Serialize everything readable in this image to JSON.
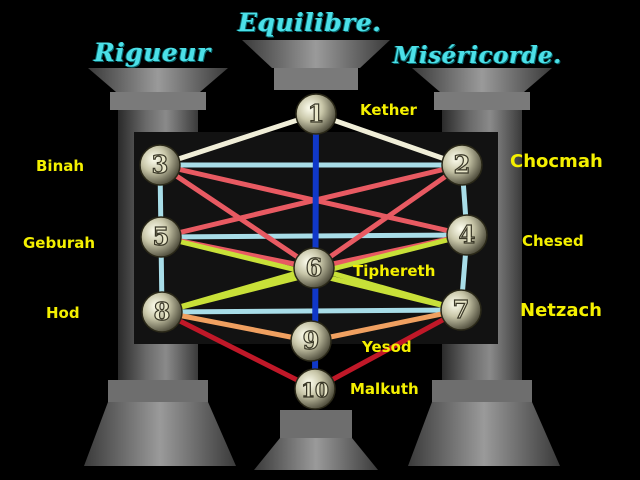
{
  "titles": {
    "left": "Rigueur",
    "middle": "Equilibre.",
    "right": "Miséricorde."
  },
  "sephiroth": [
    {
      "number": "1",
      "name": "Kether"
    },
    {
      "number": "2",
      "name": "Chocmah"
    },
    {
      "number": "3",
      "name": "Binah"
    },
    {
      "number": "4",
      "name": "Chesed"
    },
    {
      "number": "5",
      "name": "Geburah"
    },
    {
      "number": "6",
      "name": "Tiphereth"
    },
    {
      "number": "7",
      "name": "Netzach"
    },
    {
      "number": "8",
      "name": "Hod"
    },
    {
      "number": "9",
      "name": "Yesod"
    },
    {
      "number": "10",
      "name": "Malkuth"
    }
  ],
  "colors": {
    "background": "#000000",
    "title": "#4ce0e8",
    "label": "#f4f000",
    "path_white": "#f0eed8",
    "path_cyan": "#a8dde8",
    "path_red": "#e85a62",
    "path_green": "#c8e038",
    "path_orange": "#f0a060",
    "path_blue": "#1038c8",
    "path_darkred": "#c01828",
    "sphere": "#c8c6a8"
  }
}
